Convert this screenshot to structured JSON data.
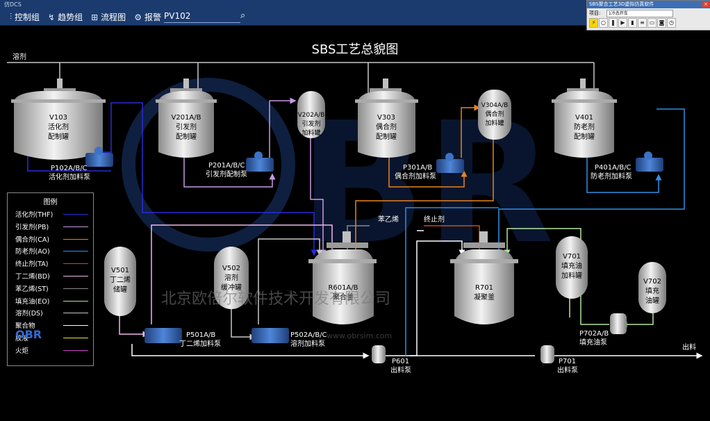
{
  "window": {
    "title": "仿DCS"
  },
  "toolbar": {
    "items": [
      {
        "label": "控制组",
        "icon": "sliders-icon"
      },
      {
        "label": "趋势组",
        "icon": "trend-icon"
      },
      {
        "label": "流程图",
        "icon": "flowchart-icon"
      },
      {
        "label": "报警",
        "icon": "alarm-icon"
      }
    ],
    "search_value": "PV102"
  },
  "sim_panel": {
    "title": "SBS聚合工艺3D虚拟仿真软件",
    "field_label": "项目:",
    "field_value": "1冷态开车"
  },
  "diagram": {
    "title": "SBS工艺总貌图",
    "solvent_label": "溶剂",
    "vessels": [
      {
        "id": "V103",
        "lines": [
          "V103",
          "活化剂",
          "配制罐"
        ]
      },
      {
        "id": "V201",
        "lines": [
          "V201A/B",
          "引发剂",
          "配制罐"
        ]
      },
      {
        "id": "V202",
        "lines": [
          "V202A/B",
          "引发剂",
          "加料罐"
        ]
      },
      {
        "id": "V303",
        "lines": [
          "V303",
          "偶合剂",
          "配制罐"
        ]
      },
      {
        "id": "V304",
        "lines": [
          "V304A/B",
          "偶合剂",
          "加料罐"
        ]
      },
      {
        "id": "V401",
        "lines": [
          "V401",
          "防老剂",
          "配制罐"
        ]
      },
      {
        "id": "R601",
        "lines": [
          "R601A/B",
          "聚合釜"
        ]
      },
      {
        "id": "R701",
        "lines": [
          "R701",
          "凝聚釜"
        ]
      },
      {
        "id": "V501",
        "lines": [
          "V501",
          "丁二烯",
          "储罐"
        ]
      },
      {
        "id": "V502",
        "lines": [
          "V502",
          "溶剂",
          "缓冲罐"
        ]
      },
      {
        "id": "V701",
        "lines": [
          "V701",
          "填充油",
          "加料罐"
        ]
      },
      {
        "id": "V702",
        "lines": [
          "V702",
          "填充",
          "油罐"
        ]
      }
    ],
    "pumps": [
      {
        "id": "P102",
        "lines": [
          "P102A/B/C",
          "活化剂加料泵"
        ]
      },
      {
        "id": "P201",
        "lines": [
          "P201A/B/C",
          "引发剂配制泵"
        ]
      },
      {
        "id": "P301",
        "lines": [
          "P301A/B",
          "偶合剂加料泵"
        ]
      },
      {
        "id": "P401",
        "lines": [
          "P401A/B/C",
          "防老剂加料泵"
        ]
      },
      {
        "id": "P501",
        "lines": [
          "P501A/B",
          "丁二烯加料泵"
        ]
      },
      {
        "id": "P502",
        "lines": [
          "P502A/B/C",
          "溶剂加料泵"
        ]
      },
      {
        "id": "P601",
        "lines": [
          "P601",
          "出料泵"
        ]
      },
      {
        "id": "P701",
        "lines": [
          "P701",
          "出料泵"
        ]
      },
      {
        "id": "P702",
        "lines": [
          "P702A/B",
          "填充油泵"
        ]
      }
    ],
    "stream_labels": {
      "styrene": "苯乙烯",
      "terminator": "终止剂",
      "outlet": "出料"
    },
    "watermark": "北京欧倍尔软件技术开发有限公司",
    "watermark_url": "www.obrsim.com"
  },
  "legend": {
    "title": "图例",
    "items": [
      {
        "label": "活化剂(THF)",
        "color": "#2b2bd9"
      },
      {
        "label": "引发剂(PB)",
        "color": "#c79ae6"
      },
      {
        "label": "偶合剂(CA)",
        "color": "#e8841e"
      },
      {
        "label": "防老剂(AO)",
        "color": "#2f8fe6"
      },
      {
        "label": "终止剂(TA)",
        "color": "#c0511d"
      },
      {
        "label": "丁二烯(BD)",
        "color": "#f0b8e8"
      },
      {
        "label": "苯乙烯(ST)",
        "color": "#8a8a8a"
      },
      {
        "label": "填充油(EO)",
        "color": "#b6e6a0"
      },
      {
        "label": "溶剂(DS)",
        "color": "#c8c8c8"
      },
      {
        "label": "聚合物",
        "color": "#ffffff"
      },
      {
        "label": "胶液",
        "color": "#e7e24a"
      },
      {
        "label": "火炬",
        "color": "#d43bd4"
      }
    ],
    "logo": "OBR"
  }
}
